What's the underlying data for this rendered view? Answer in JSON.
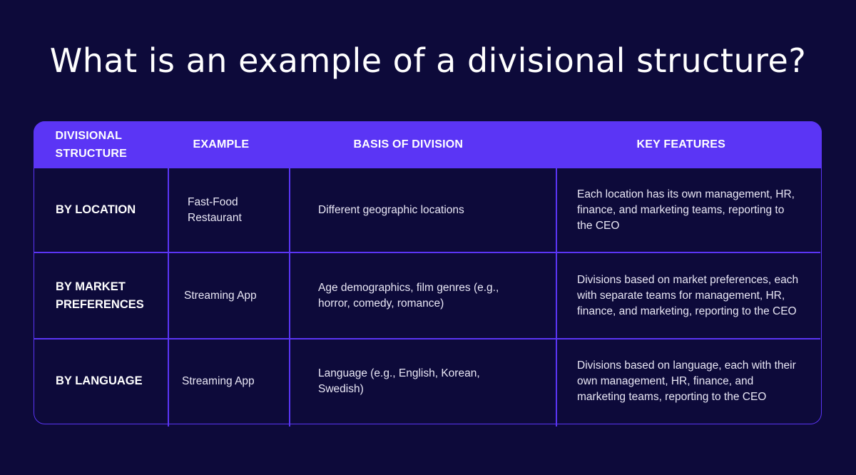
{
  "title": "What is an example of a divisional structure?",
  "colors": {
    "background": "#0d0a3a",
    "accent": "#5b35f5",
    "text": "#ffffff"
  },
  "table": {
    "headers": [
      "DIVISIONAL STRUCTURE",
      "EXAMPLE",
      "BASIS OF DIVISION",
      "KEY FEATURES"
    ],
    "rows": [
      {
        "structure": "BY LOCATION",
        "example": "Fast-Food Restaurant",
        "basis": "Different geographic locations",
        "features": "Each location has its own management, HR, finance, and marketing teams, reporting to the CEO"
      },
      {
        "structure": "BY MARKET PREFERENCES",
        "example": "Streaming App",
        "basis": "Age demographics, film genres (e.g., horror, comedy, romance)",
        "features": "Divisions based on market preferences, each with separate teams for management, HR, finance, and marketing, reporting to the CEO"
      },
      {
        "structure": "BY LANGUAGE",
        "example": "Streaming App",
        "basis": "Language (e.g., English, Korean, Swedish)",
        "features": "Divisions based on language, each with their own management, HR, finance, and marketing teams, reporting to the CEO"
      }
    ]
  }
}
